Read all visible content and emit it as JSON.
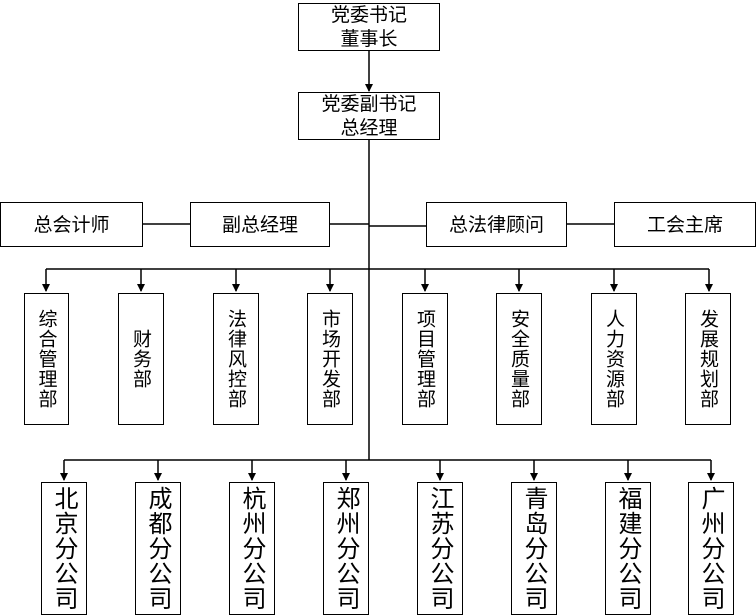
{
  "top": {
    "line1": "党委书记",
    "line2": "董事长"
  },
  "second": {
    "line1": "党委副书记",
    "line2": "总经理"
  },
  "side_left": [
    "总会计师",
    "副总经理"
  ],
  "side_right": [
    "总法律顾问",
    "工会主席"
  ],
  "departments": [
    "综合管理部",
    "财务部",
    "法律风控部",
    "市场开发部",
    "项目管理部",
    "安全质量部",
    "人力资源部",
    "发展规划部"
  ],
  "branches": [
    "北京分公司",
    "成都分公司",
    "杭州分公司",
    "郑州分公司",
    "江苏分公司",
    "青岛分公司",
    "福建分公司",
    "广州分公司"
  ]
}
